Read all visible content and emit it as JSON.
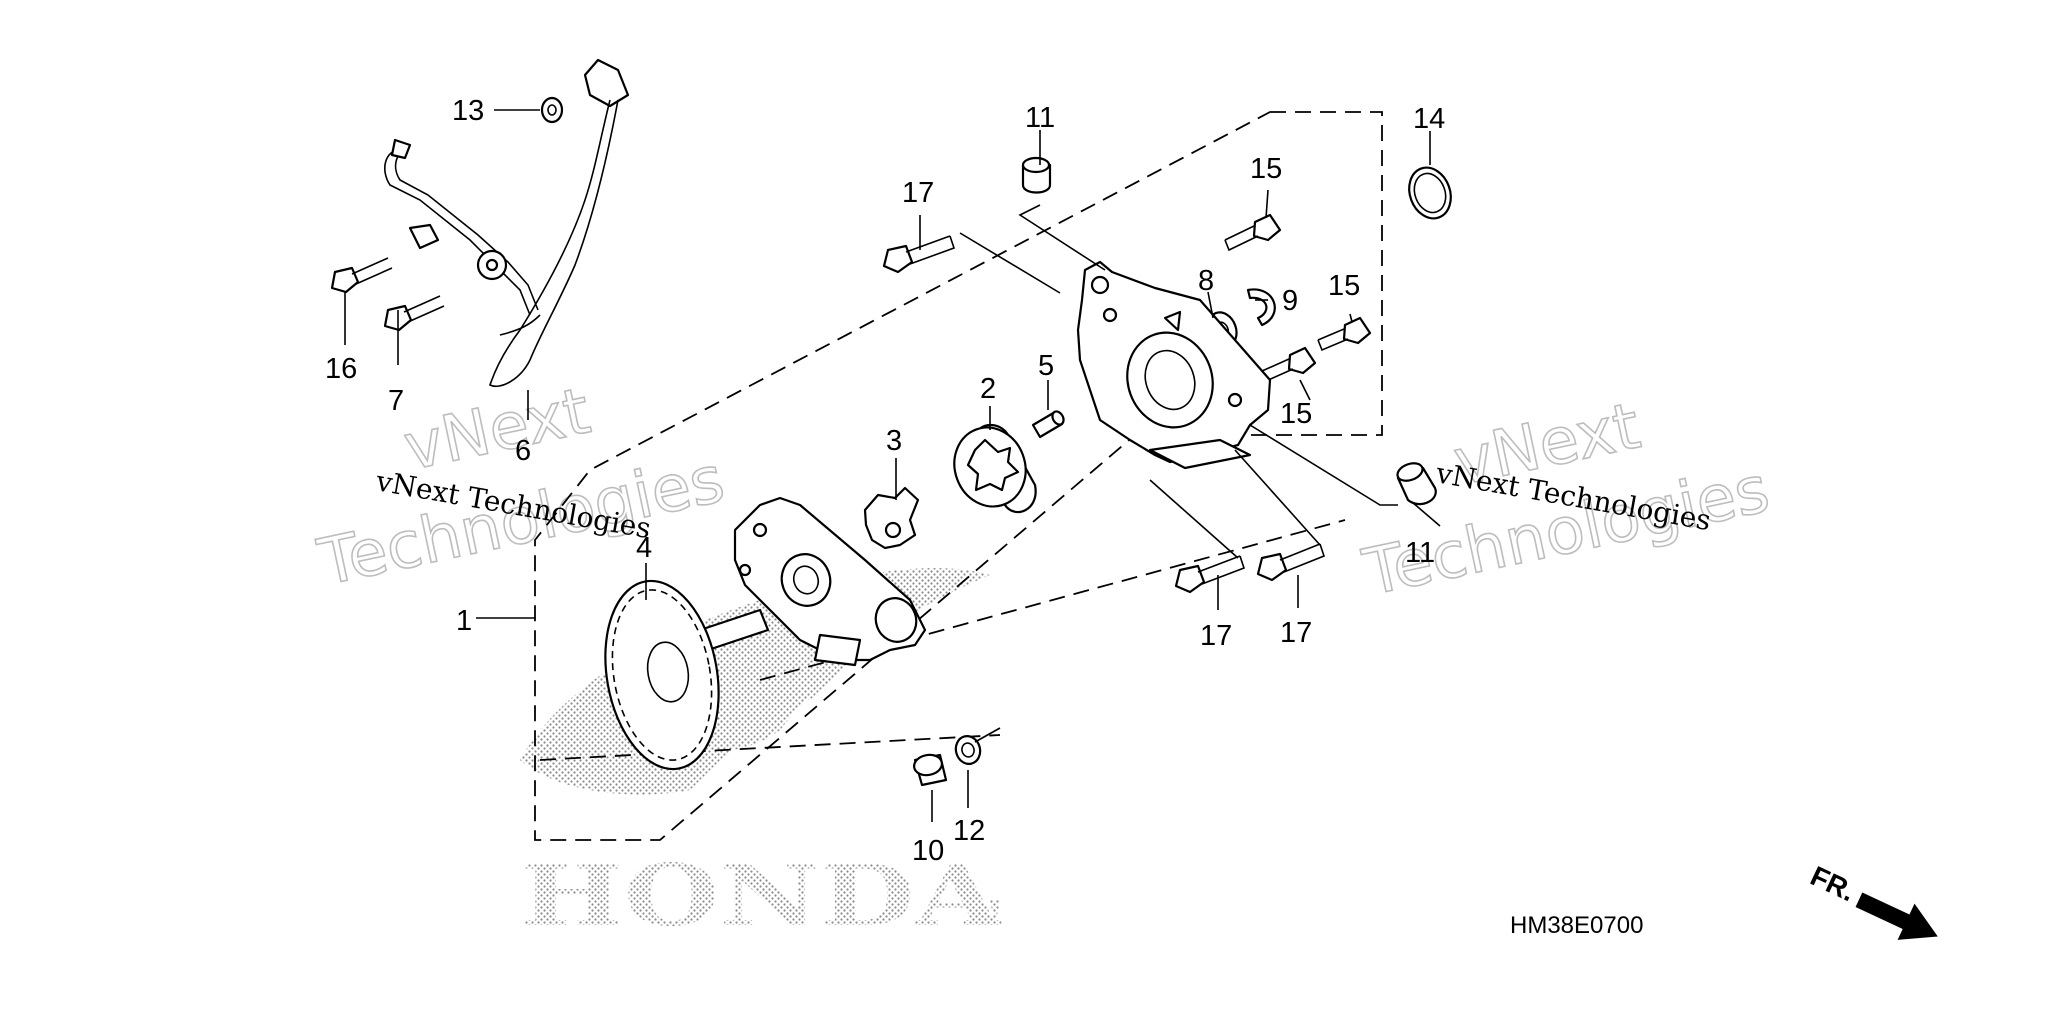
{
  "diagram": {
    "code": "HM38E0700",
    "front_label": "FR.",
    "brand_logo_text": "HONDA",
    "watermarks": {
      "top_left": [
        "vNext",
        "Technologies",
        "vNext Technologies"
      ],
      "right": [
        "vNext",
        "Technologies",
        "vNext Technologies"
      ]
    },
    "callouts": {
      "c1": "1",
      "c2": "2",
      "c3": "3",
      "c4": "4",
      "c5": "5",
      "c6": "6",
      "c7": "7",
      "c8": "8",
      "c9": "9",
      "c10": "10",
      "c11a": "11",
      "c11b": "11",
      "c12": "12",
      "c13": "13",
      "c14": "14",
      "c15a": "15",
      "c15b": "15",
      "c15c": "15",
      "c16": "16",
      "c17a": "17",
      "c17b": "17",
      "c17c": "17"
    }
  }
}
